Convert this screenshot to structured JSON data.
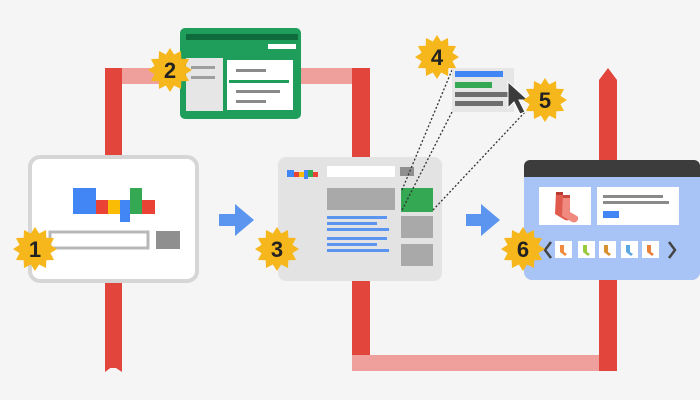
{
  "steps": [
    {
      "number": "1"
    },
    {
      "number": "2"
    },
    {
      "number": "3"
    },
    {
      "number": "4"
    },
    {
      "number": "5"
    },
    {
      "number": "6"
    }
  ],
  "colors": {
    "ribbon_red": "#e2453c",
    "ribbon_pink": "#f0a09c",
    "arrow_blue": "#5b95f0",
    "badge_yellow": "#f6b71c",
    "card_green": "#1e9e5a",
    "panel_gray": "#e3e3e3",
    "shopping_blue": "#a8c3f5",
    "google_blue": "#4285f4",
    "google_red": "#ea4335",
    "google_yellow": "#fbbc05",
    "google_green": "#34a853"
  },
  "icons": [
    "arrow-right-icon",
    "cursor-icon",
    "sock-icon",
    "chevron-left-icon",
    "chevron-right-icon",
    "star-badge-icon"
  ]
}
